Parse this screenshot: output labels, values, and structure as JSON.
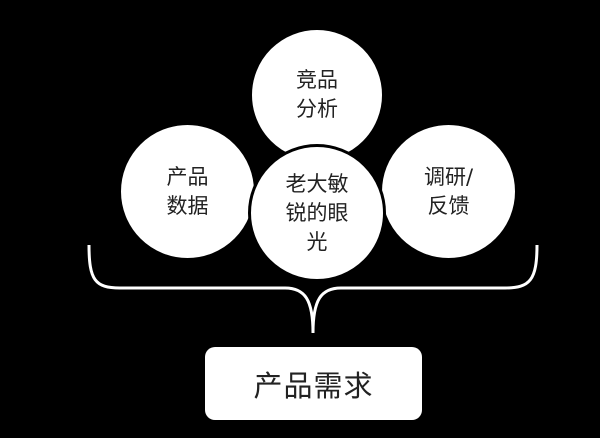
{
  "circles": {
    "top": "竞品\n分析",
    "left": "产品\n数据",
    "right": "调研/\n反馈",
    "center": "老大敏\n锐的眼\n光"
  },
  "result": "产品需求",
  "colors": {
    "background": "#000000",
    "shape": "#ffffff",
    "text": "#222222"
  }
}
